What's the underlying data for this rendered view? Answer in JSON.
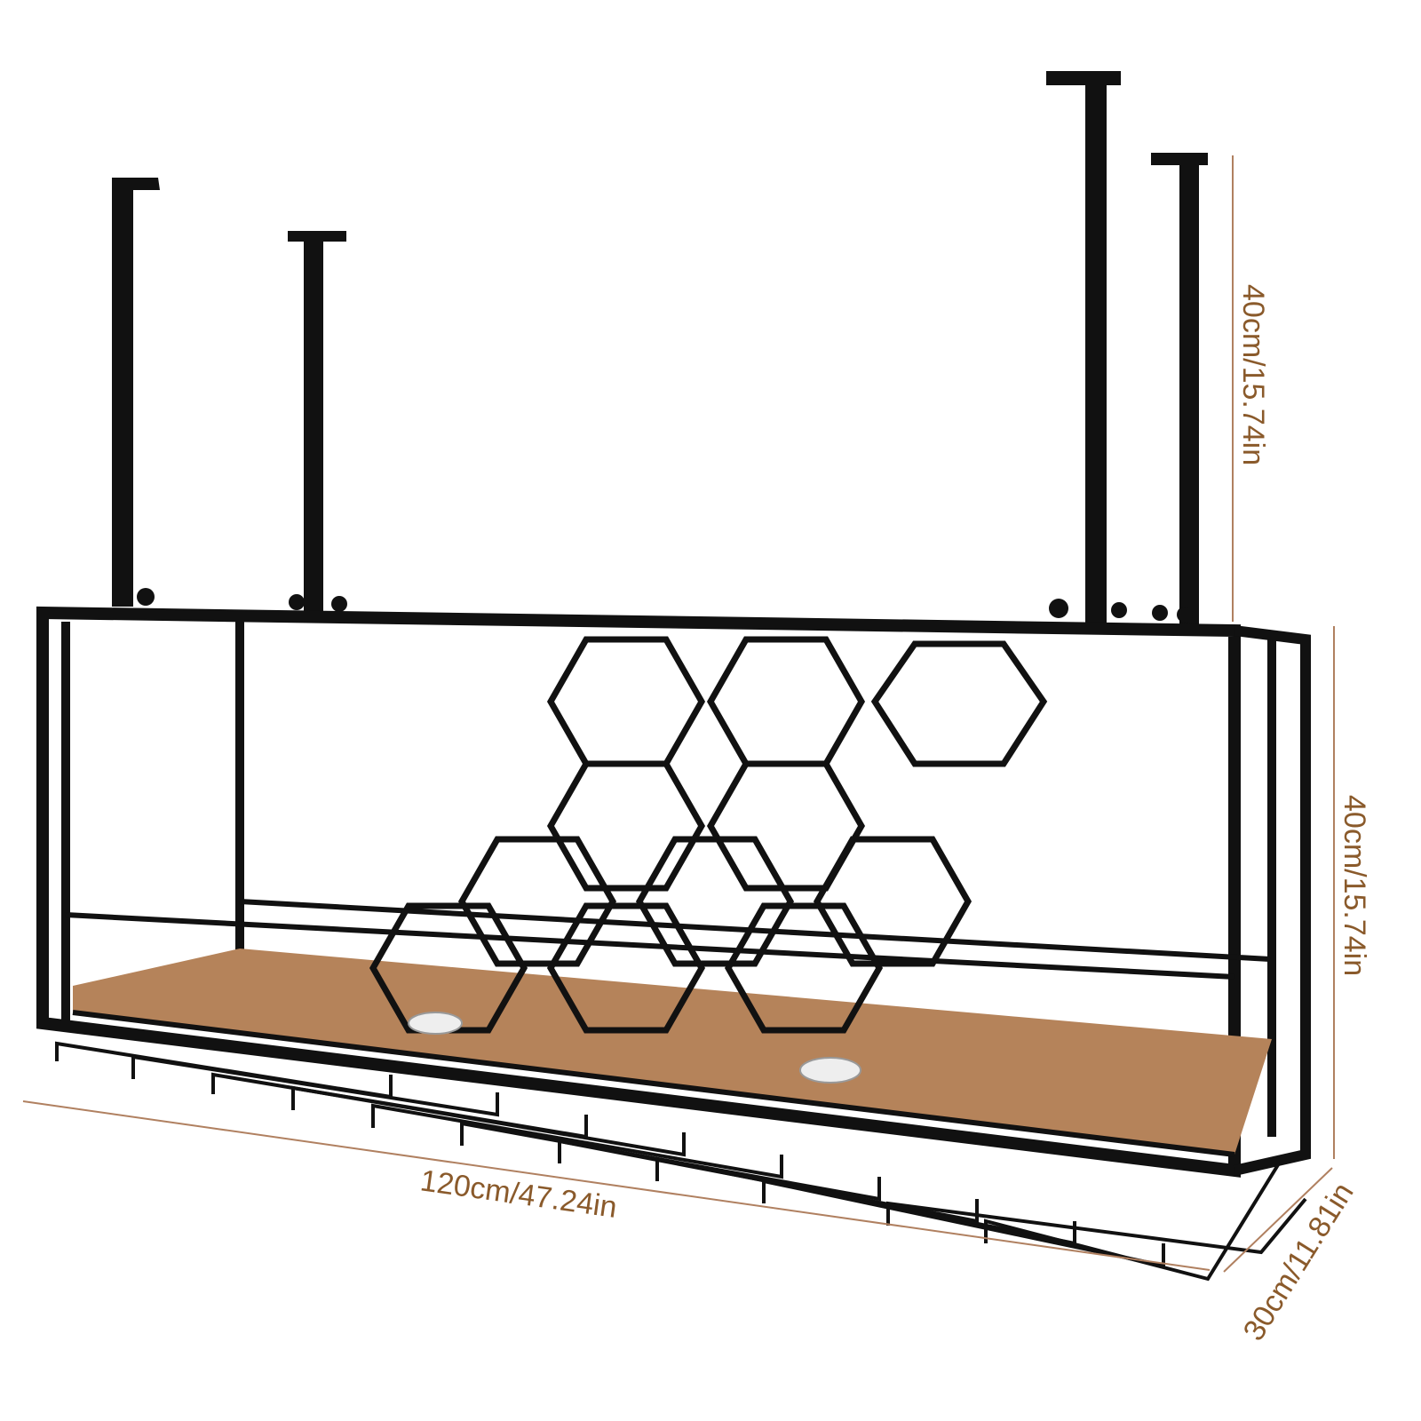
{
  "product_image": {
    "subject": "ceiling-mounted metal wine rack with wooden shelf, hexagon bottle holders and glass hanger rails",
    "colors": {
      "frame": "#111111",
      "wood": "#b5835a",
      "dimension_text": "#8a5a2b",
      "dimension_line": "#b08060",
      "background": "#ffffff"
    }
  },
  "dimensions": {
    "hanging_height": "40cm/15.74in",
    "frame_height": "40cm/15.74in",
    "length": "120cm/47.24in",
    "depth": "30cm/11.81in"
  }
}
